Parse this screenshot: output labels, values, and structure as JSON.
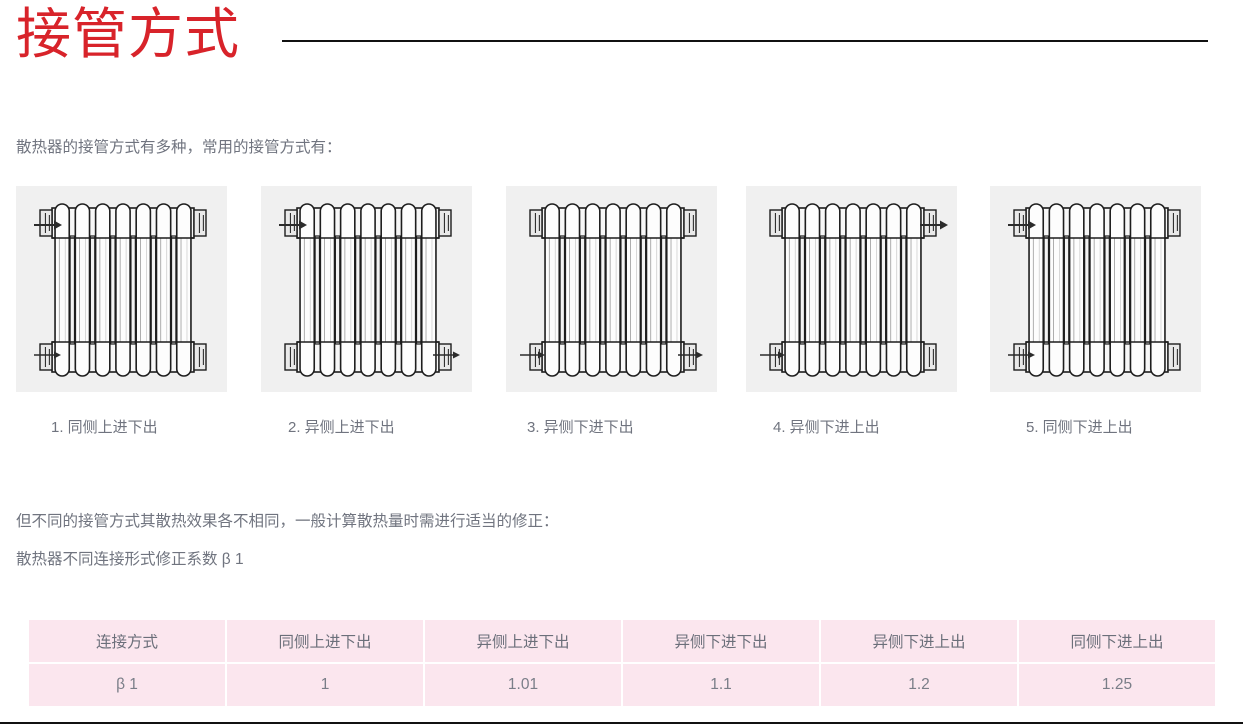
{
  "header": {
    "title": "接管方式",
    "rule": "horizontal-rule",
    "title_color": "#d8232a"
  },
  "intro": {
    "text": "散热器的接管方式有多种，常用的接管方式有："
  },
  "figures": [
    {
      "caption": "1. 同侧上进下出",
      "inlet": "top-left",
      "outlet": "bottom-left",
      "arrows": [
        {
          "side": "left",
          "position": "top",
          "direction": "right"
        },
        {
          "side": "left",
          "position": "bottom",
          "direction": "right"
        }
      ]
    },
    {
      "caption": "2. 异侧上进下出",
      "inlet": "top-left",
      "outlet": "bottom-right",
      "arrows": [
        {
          "side": "left",
          "position": "top",
          "direction": "right"
        },
        {
          "side": "right",
          "position": "bottom",
          "direction": "right"
        }
      ]
    },
    {
      "caption": "3. 异侧下进下出",
      "inlet": "bottom-left",
      "outlet": "bottom-right",
      "arrows": [
        {
          "side": "left",
          "position": "bottom",
          "direction": "right"
        },
        {
          "side": "right",
          "position": "bottom",
          "direction": "right"
        }
      ]
    },
    {
      "caption": "4. 异侧下进上出",
      "inlet": "bottom-left",
      "outlet": "top-right",
      "arrows": [
        {
          "side": "left",
          "position": "bottom",
          "direction": "right"
        },
        {
          "side": "right",
          "position": "top",
          "direction": "right"
        }
      ]
    },
    {
      "caption": "5. 同侧下进上出",
      "inlet": "bottom-left",
      "outlet": "top-left",
      "arrows": [
        {
          "side": "left",
          "position": "top",
          "direction": "right"
        },
        {
          "side": "left",
          "position": "bottom",
          "direction": "right"
        }
      ]
    }
  ],
  "body": {
    "paragraph_1": "但不同的接管方式其散热效果各不相同，一般计算散热量时需进行适当的修正：",
    "paragraph_2": "散热器不同连接形式修正系数 β 1"
  },
  "table": {
    "row_label_header": "连接方式",
    "row_label_value": "β 1",
    "headers": [
      "连接方式",
      "同侧上进下出",
      "异侧上进下出",
      "异侧下进下出",
      "异侧下进上出",
      "同侧下进上出"
    ],
    "values": [
      "β 1",
      "1",
      "1.01",
      "1.1",
      "1.2",
      "1.25"
    ],
    "cell_background": "#fbe6ee",
    "gridline_color": "#ffffff"
  },
  "chart_data": {
    "type": "table",
    "title": "散热器不同连接形式修正系数 β 1",
    "categories": [
      "同侧上进下出",
      "异侧上进下出",
      "异侧下进下出",
      "异侧下进上出",
      "同侧下进上出"
    ],
    "series": [
      {
        "name": "β 1",
        "values": [
          1,
          1.01,
          1.1,
          1.2,
          1.25
        ]
      }
    ],
    "xlabel": "连接方式",
    "ylabel": "β 1"
  }
}
